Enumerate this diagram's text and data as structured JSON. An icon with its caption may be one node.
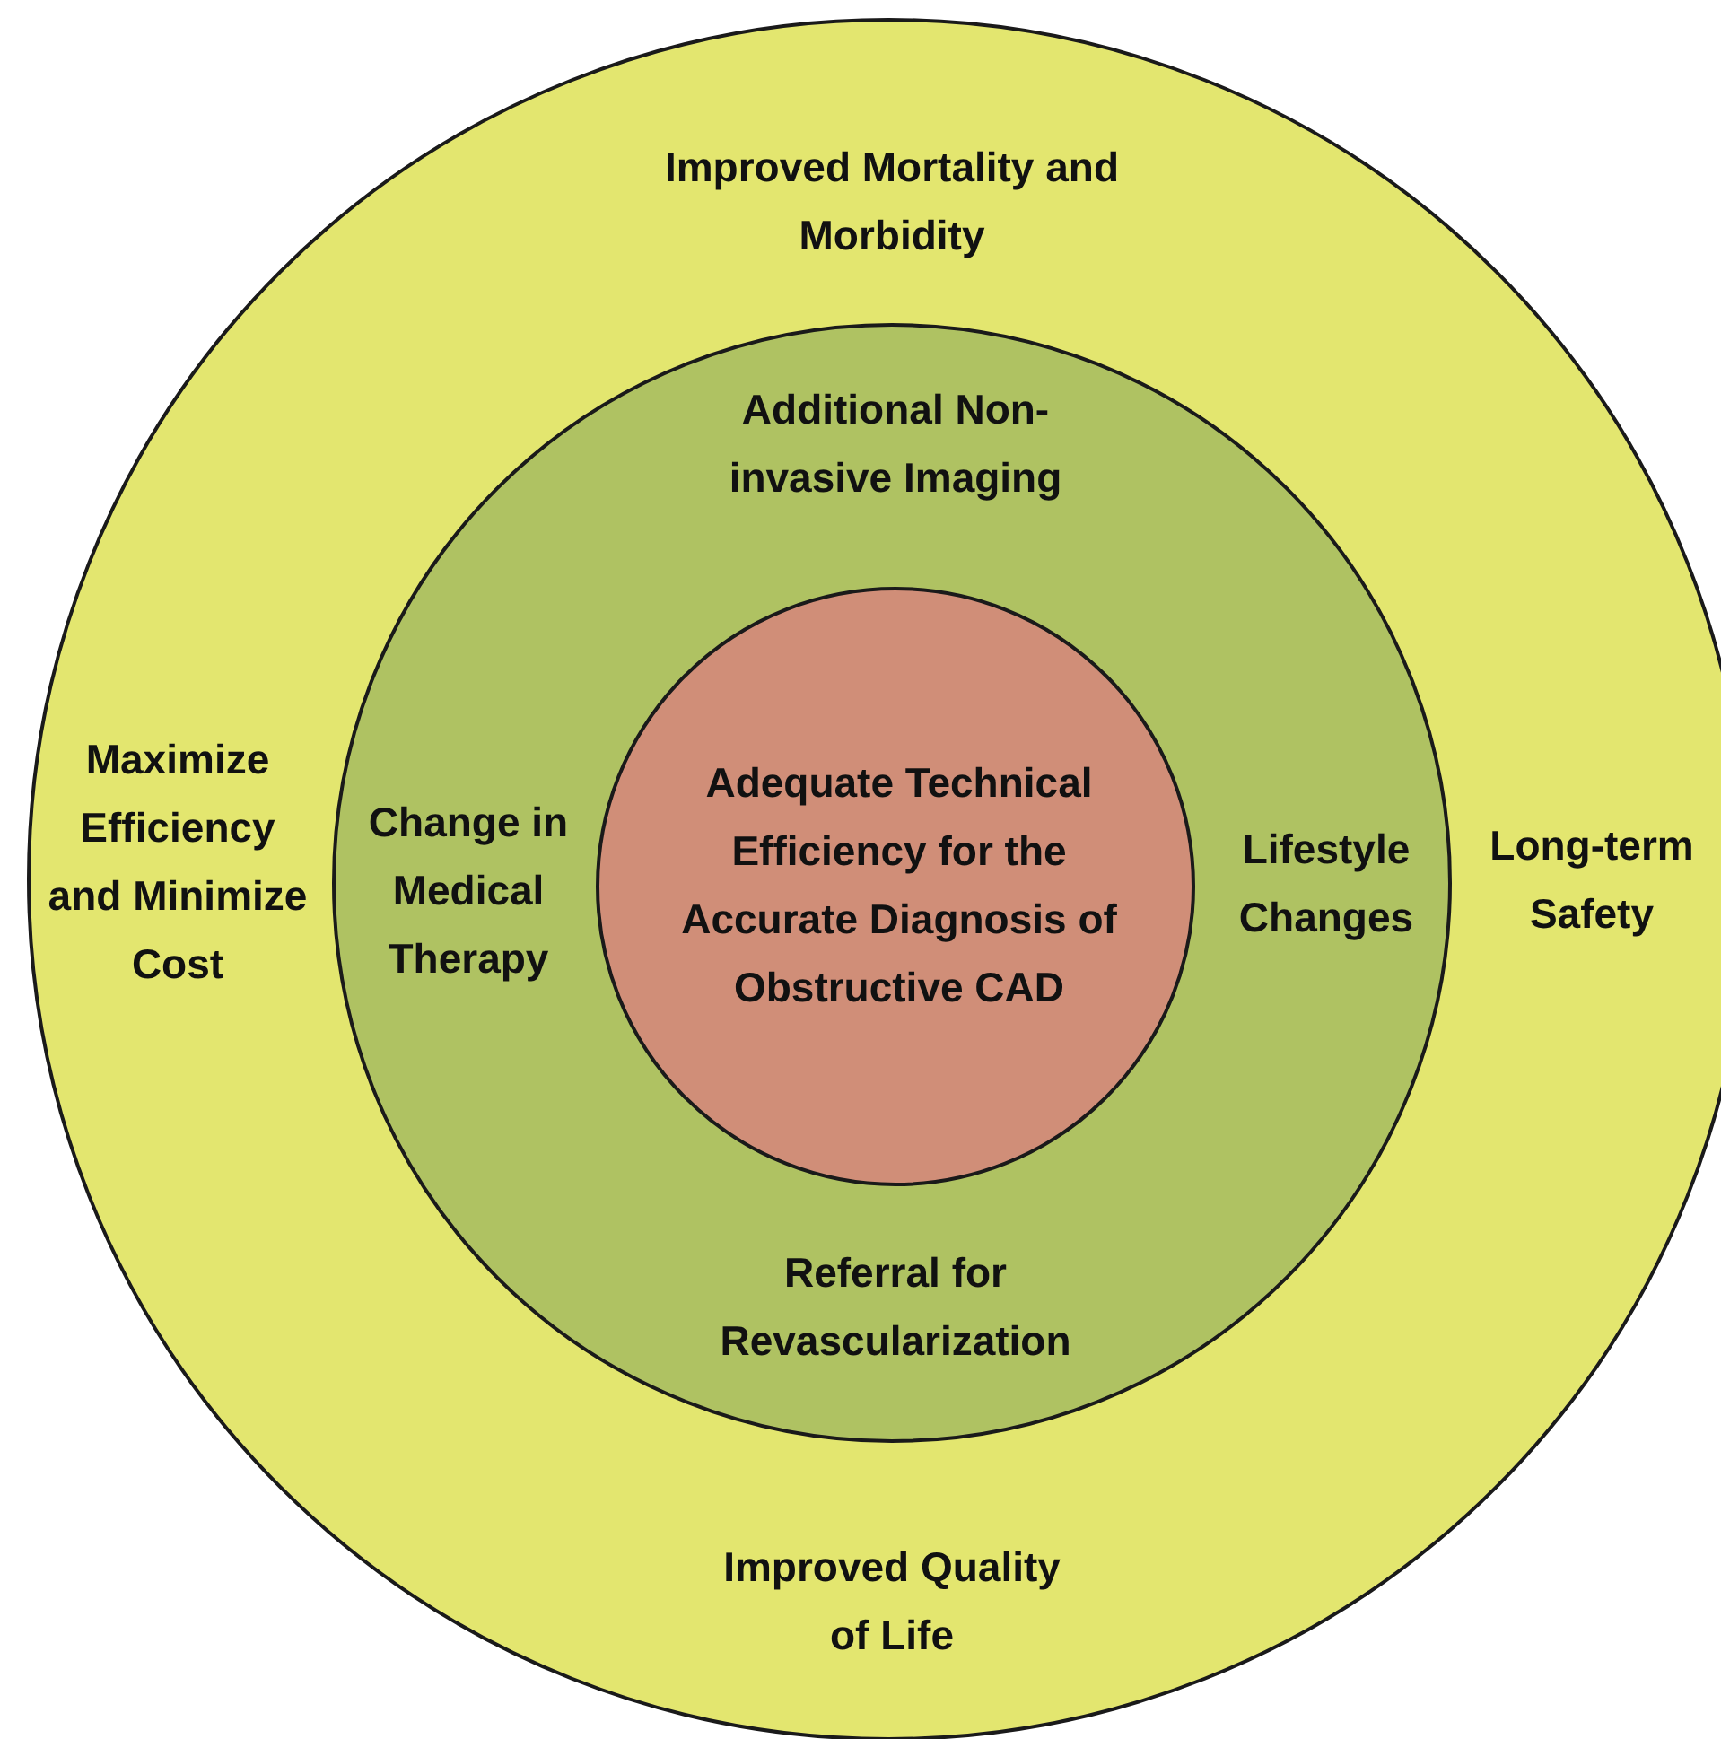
{
  "diagram": {
    "nodes": [
      {
        "text": [
          "Improved Mortality and Morbidity",
          "Maximize Efficiency and Minimize Cost",
          "Long-term Safety",
          "Improved Quality of Life"
        ]
      },
      {
        "text": [
          "Additional Non-invasive Imaging",
          "Change in Medical Therapy",
          "Lifestyle Changes",
          "Referral for Revascularization"
        ],
        "in": 0
      },
      {
        "text": [
          "Adequate Technical Efficiency for the Accurate Diagnosis of Obstructive CAD"
        ],
        "in": 1
      }
    ]
  }
}
